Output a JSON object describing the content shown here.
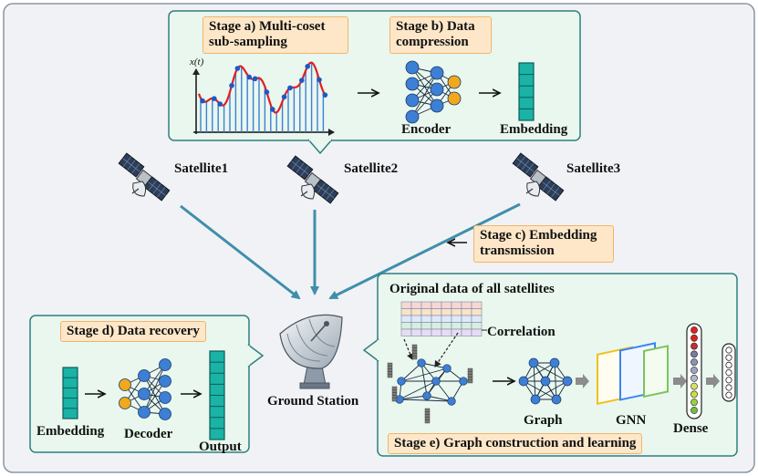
{
  "stages": {
    "a": "Stage a) Multi-coset sub-sampling",
    "b": "Stage b) Data compression",
    "c": "Stage c) Embedding transmission",
    "d": "Stage d) Data recovery",
    "e": "Stage e) Graph construction and learning"
  },
  "labels": {
    "xt": "x(t)",
    "encoder": "Encoder",
    "embedding": "Embedding",
    "satellite1": "Satellite1",
    "satellite2": "Satellite2",
    "satellite3": "Satellite3",
    "ground_station": "Ground Station",
    "embedding_d": "Embedding",
    "decoder": "Decoder",
    "output": "Output",
    "original_data": "Original data of all satellites",
    "correlation": "Correlation",
    "graph": "Graph",
    "gnn": "GNN",
    "dense": "Dense"
  },
  "colors": {
    "panel_fill": "#e9f7ee",
    "panel_border": "#2f7f80",
    "outer_fill": "#f1f2f5",
    "outer_border": "#8a95a5",
    "stage_fill": "#fde7c8",
    "stage_border": "#f2b46b",
    "node_blue": "#3d7fd4",
    "node_orange": "#f2a81d",
    "teal_cell": "#1ab3a6",
    "arrow_teal": "#3f8faa",
    "signal_red": "#e02020"
  }
}
